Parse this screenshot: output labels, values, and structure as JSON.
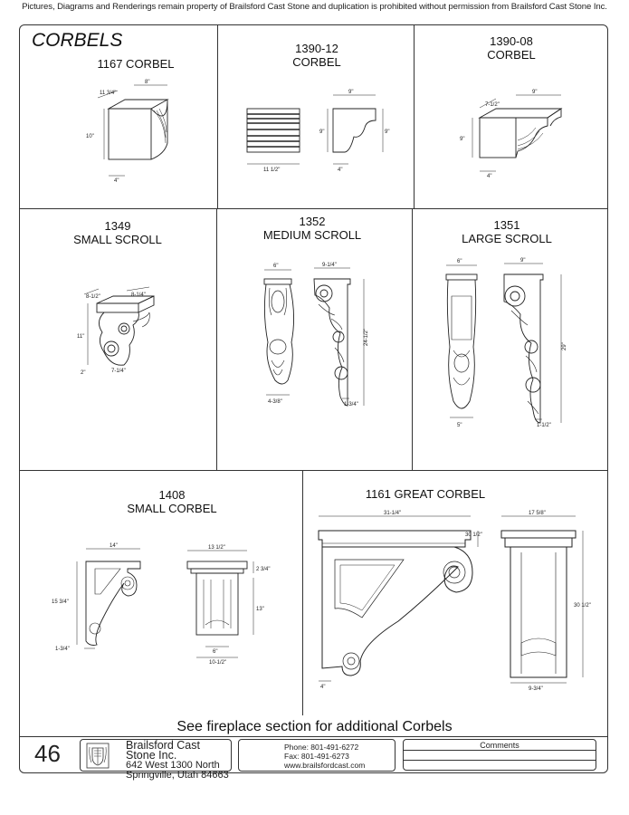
{
  "notice": "Pictures, Diagrams and Renderings remain property of Brailsford Cast Stone and duplication is prohibited without permission from Brailsford Cast Stone Inc.",
  "section_title": "CORBELS",
  "products": [
    {
      "title": "1167 CORBEL",
      "dims": [
        "11 3/4\"",
        "8\"",
        "10\"",
        "4\""
      ]
    },
    {
      "title_line1": "1390-12",
      "title_line2": "CORBEL",
      "dims": [
        "9\"",
        "9\"",
        "9\"",
        "11 1/2\"",
        "4\""
      ]
    },
    {
      "title_line1": "1390-08",
      "title_line2": "CORBEL",
      "dims": [
        "7-1/2\"",
        "9\"",
        "9\"",
        "4\""
      ]
    },
    {
      "title_line1": "1349",
      "title_line2": "SMALL SCROLL",
      "dims": [
        "8-1/2\"",
        "8-1/4\"",
        "11\"",
        "2\"",
        "7-1/4\""
      ]
    },
    {
      "title_line1": "1352",
      "title_line2": "MEDIUM  SCROLL",
      "dims": [
        "6\"",
        "9-1/4\"",
        "24-1/2\"",
        "4-3/8\"",
        "1-3/4\""
      ]
    },
    {
      "title_line1": "1351",
      "title_line2": "LARGE SCROLL",
      "dims": [
        "6\"",
        "9\"",
        "29\"",
        "5\"",
        "1-1/2\""
      ]
    },
    {
      "title_line1": "1408",
      "title_line2": "SMALL CORBEL",
      "dims": [
        "14\"",
        "15 3/4\"",
        "1-3/4\"",
        "13 1/2\"",
        "2 3/4\"",
        "13\"",
        "6\"",
        "10-1/2\""
      ]
    },
    {
      "title": "1161 GREAT CORBEL",
      "dims": [
        "31-1/4\"",
        "30 1/2\"",
        "4\"",
        "17 5/8\"",
        "30 1/2\"",
        "9-3/4\""
      ]
    }
  ],
  "see_more": "See fireplace section for additional Corbels",
  "footer": {
    "page_number": "46",
    "logo_icon": "crest-icon",
    "company_name": "Brailsford Cast Stone Inc.",
    "address_line1": "642 West 1300 North",
    "address_line2": "Springville, Utah  84663",
    "phone": "Phone: 801-491-6272",
    "fax": "Fax: 801-491-6273",
    "website": "www.brailsfordcast.com",
    "comments_label": "Comments"
  }
}
